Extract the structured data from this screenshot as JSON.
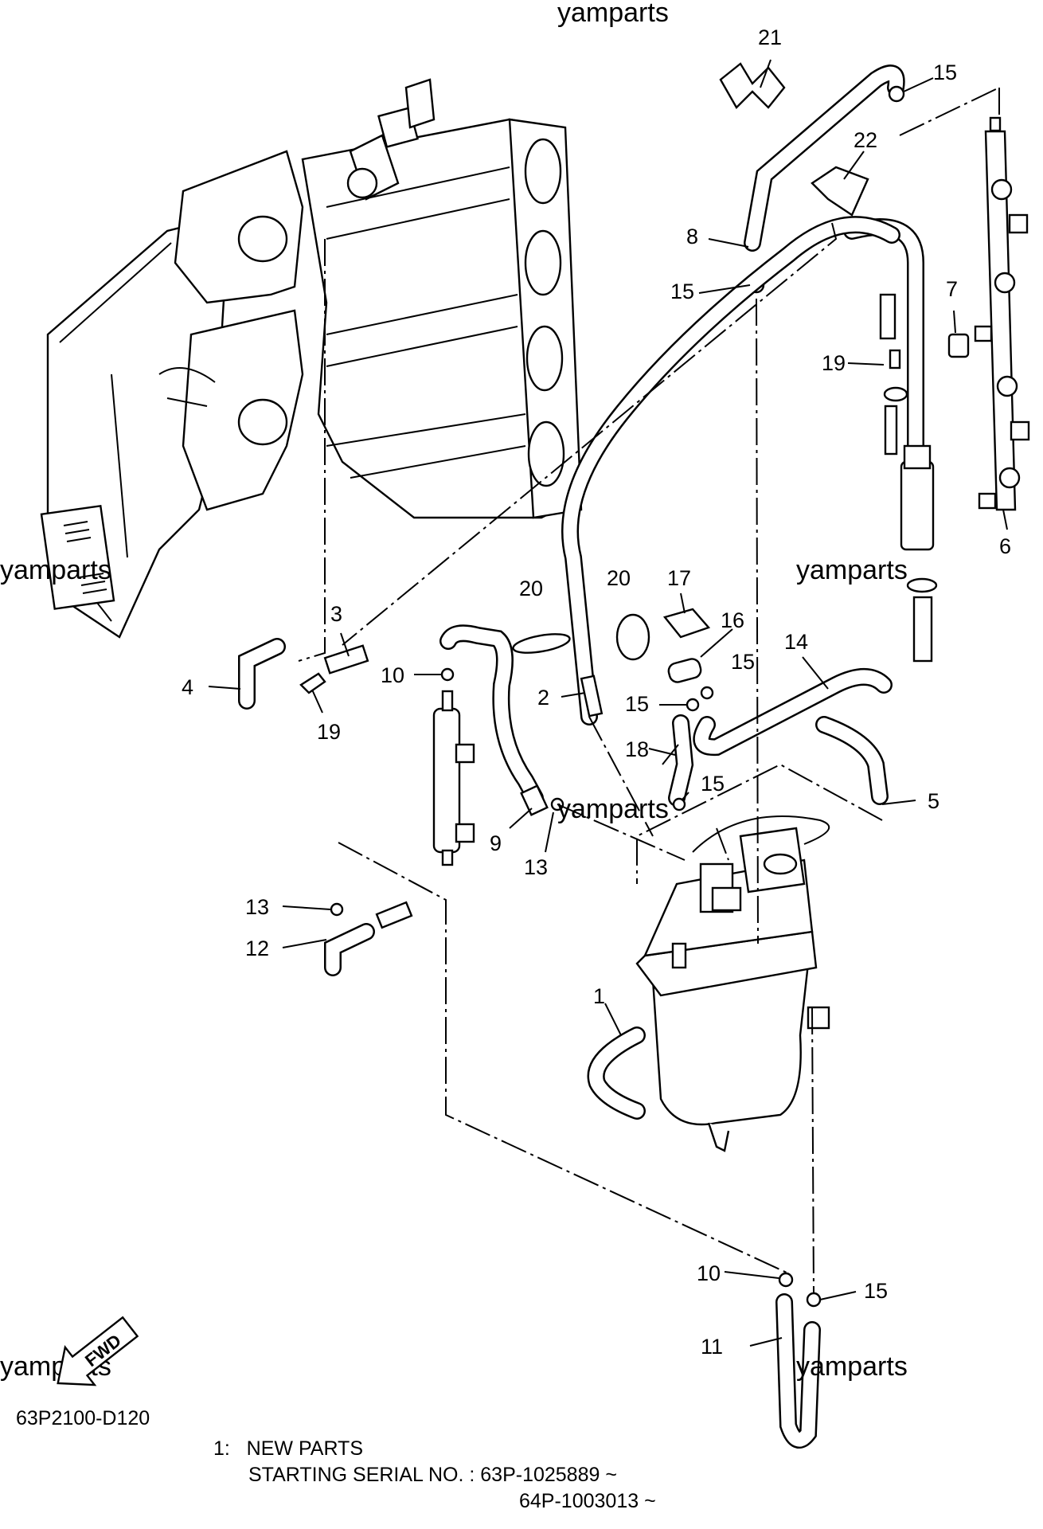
{
  "watermarks": [
    {
      "id": "top",
      "text": "yamparts"
    },
    {
      "id": "left",
      "text": "yamparts"
    },
    {
      "id": "right",
      "text": "yamparts"
    },
    {
      "id": "center",
      "text": "yamparts"
    },
    {
      "id": "bottom-left",
      "text": "yamparts"
    },
    {
      "id": "bottom-right",
      "text": "yamparts"
    }
  ],
  "callouts": [
    "21",
    "15",
    "22",
    "8",
    "15",
    "7",
    "19",
    "6",
    "17",
    "20",
    "16",
    "20",
    "14",
    "3",
    "4",
    "19",
    "10",
    "15",
    "2",
    "15",
    "18",
    "5",
    "15",
    "9",
    "13",
    "13",
    "12",
    "1",
    "10",
    "15",
    "11"
  ],
  "fwd_arrow_text": "FWD",
  "diagram_code": "63P2100-D120",
  "footnote": {
    "line1": "1:   NEW PARTS",
    "line2": "STARTING SERIAL NO. : 63P-1025889 ~",
    "line3": "64P-1003013 ~"
  }
}
